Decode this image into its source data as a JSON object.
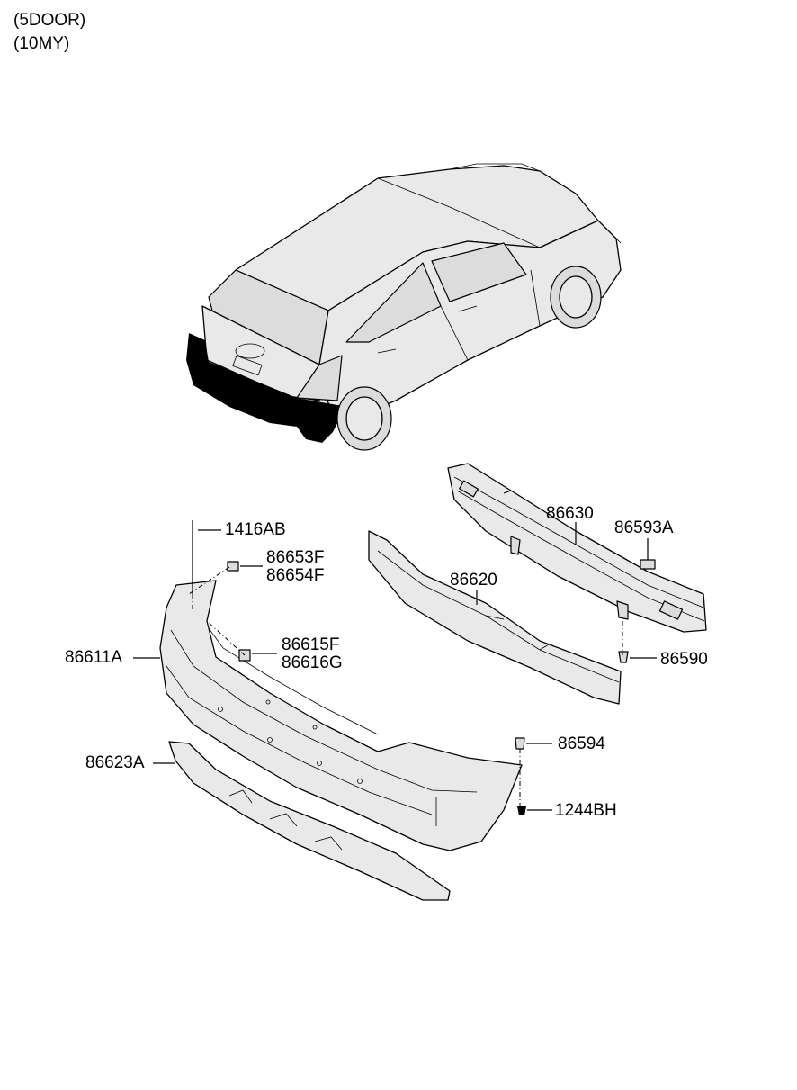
{
  "header": {
    "line1": "(5DOOR)",
    "line2": "(10MY)"
  },
  "callouts": {
    "c1416AB": "1416AB",
    "c86653F": "86653F",
    "c86654F": "86654F",
    "c86611A": "86611A",
    "c86615F": "86615F",
    "c86616G": "86616G",
    "c86623A": "86623A",
    "c86620": "86620",
    "c86630": "86630",
    "c86593A": "86593A",
    "c86590": "86590",
    "c86594": "86594",
    "c1244BH": "1244BH"
  }
}
